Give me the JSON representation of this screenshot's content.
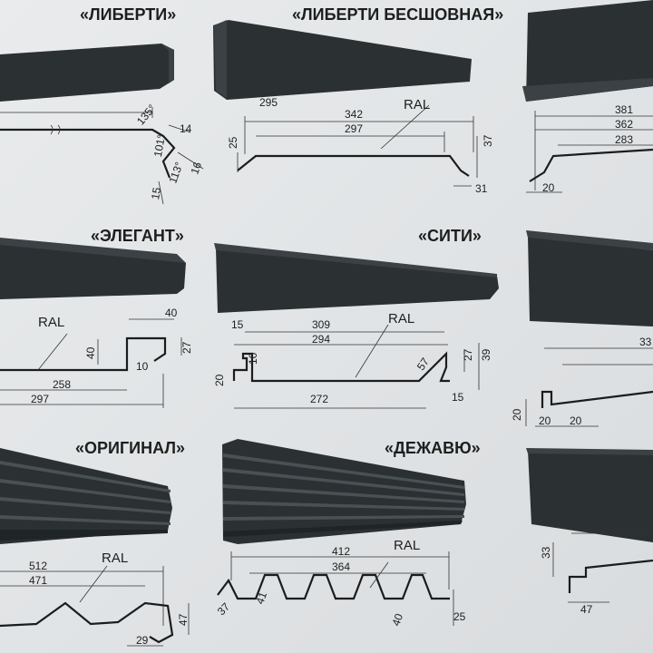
{
  "profiles": {
    "liberti": {
      "name": "«ЛИБЕРТИ»",
      "dims": [
        "295",
        "135°",
        "14",
        "101°",
        "113°",
        "16",
        "15"
      ]
    },
    "liberti_seamless": {
      "name": "«ЛИБЕРТИ БЕСШОВНАЯ»",
      "ral": "RAL",
      "dims": [
        "342",
        "297",
        "25",
        "37",
        "31"
      ]
    },
    "unnamed_top_right": {
      "dims": [
        "381",
        "362",
        "283",
        "20"
      ]
    },
    "elegant": {
      "name": "«ЭЛЕГАНТ»",
      "ral": "RAL",
      "dims": [
        "40",
        "40",
        "27",
        "10",
        "258",
        "297"
      ]
    },
    "siti": {
      "name": "«СИТИ»",
      "ral": "RAL",
      "dims": [
        "309",
        "15",
        "294",
        "10",
        "20",
        "272",
        "57",
        "27",
        "39",
        "15"
      ]
    },
    "unnamed_mid_right": {
      "dims": [
        "33",
        "20",
        "20",
        "20"
      ]
    },
    "original": {
      "name": "«ОРИГИНАЛ»",
      "ral": "RAL",
      "dims": [
        "512",
        "471",
        "47",
        "29"
      ]
    },
    "dezhavu": {
      "name": "«ДЕЖАВЮ»",
      "ral": "RAL",
      "dims": [
        "412",
        "364",
        "37",
        "41",
        "40",
        "25"
      ]
    },
    "unnamed_bottom_right": {
      "dims": [
        "33",
        "47"
      ]
    }
  },
  "colors": {
    "panel": "#2b3033",
    "line": "#1c1c1c",
    "background": "#e4e6e7"
  }
}
